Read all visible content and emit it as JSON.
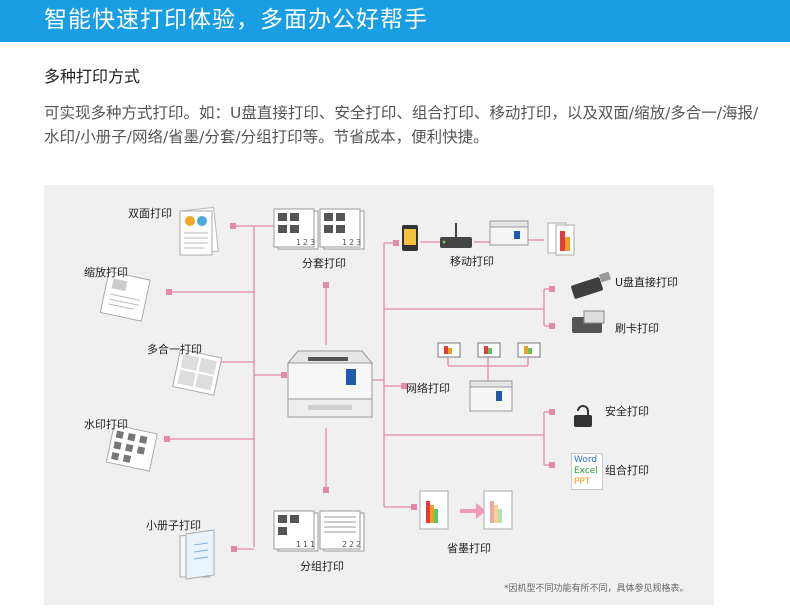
{
  "header": {
    "title": "智能快速打印体验，多面办公好帮手",
    "bg_color": "#1a9ee3"
  },
  "section": {
    "subtitle": "多种打印方式",
    "description": "可实现多种方式打印。如：U盘直接打印、安全打印、组合打印、移动打印，以及双面/缩放/多合一/海报/水印/小册子/网络/省墨/分套/分组打印等。节省成本，便利快捷。"
  },
  "diagram": {
    "line_color": "#e58aa6",
    "left_labels": {
      "duplex": "双面打印",
      "zoom": "缩放打印",
      "nup": "多合一打印",
      "watermark": "水印打印",
      "booklet": "小册子打印"
    },
    "center_labels": {
      "collate": "分套打印",
      "group": "分组打印"
    },
    "right_labels": {
      "mobile": "移动打印",
      "usb": "U盘直接打印",
      "card": "刷卡打印",
      "network": "网络打印",
      "secure": "安全打印",
      "combo": "组合打印",
      "toner_save": "省墨打印"
    },
    "office_formats": [
      "Word",
      "Excel",
      "PPT"
    ],
    "office_colors": [
      "#2f6ed1",
      "#2f9b3a",
      "#f0a020"
    ],
    "collate_numbers": [
      "1",
      "2",
      "3"
    ],
    "group_numbers": [
      "1",
      "1",
      "1",
      "2",
      "2",
      "2"
    ],
    "footnote": "*因机型不同功能有所不同，具体参见规格表。"
  }
}
